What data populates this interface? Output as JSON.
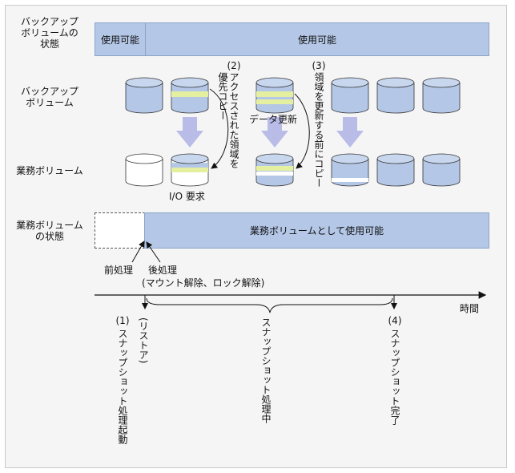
{
  "rows": {
    "backup_state": "バックアップ\nボリュームの\n状態",
    "backup_volume": "バックアップ\nボリューム",
    "business_volume": "業務ボリューム",
    "business_state": "業務ボリューム\nの状態"
  },
  "backup_state_bar": {
    "left_label": "使用可能",
    "right_label": "使用可能"
  },
  "business_state_bar": {
    "label": "業務ボリュームとして使用可能"
  },
  "annotations": {
    "step2": "(2)\nアクセスされた領域を\n優先コピー",
    "step3": "(3)\n領域を更新する前にコピー",
    "data_update": "データ更新",
    "io_request": "I/O 要求",
    "preprocess": "前処理",
    "postprocess": "後処理",
    "postprocess_detail": "(マウント解除、ロック解除)",
    "time": "時間"
  },
  "timeline": {
    "step1": "(1)\nスナップショット処理起動",
    "restore": "(リストア)",
    "in_progress": "スナップショット処理中",
    "step4": "(4)\nスナップショット完了"
  },
  "colors": {
    "bar_fill": "#b4c7e7",
    "cylinder_fill": "#b4c7e7",
    "highlight": "#e5efa0",
    "arrow_fill": "#b9bce6"
  }
}
